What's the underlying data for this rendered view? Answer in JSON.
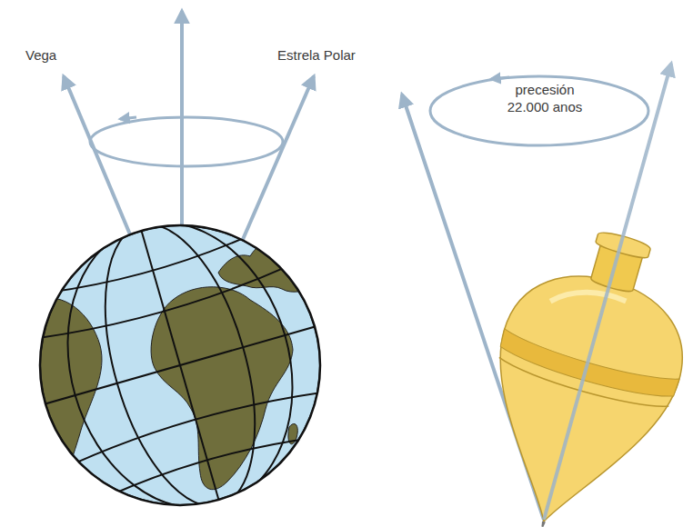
{
  "diagram": {
    "labels": [
      "Vega",
      "Estrela Polar",
      "precesión 22.000 anos"
    ]
  }
}
